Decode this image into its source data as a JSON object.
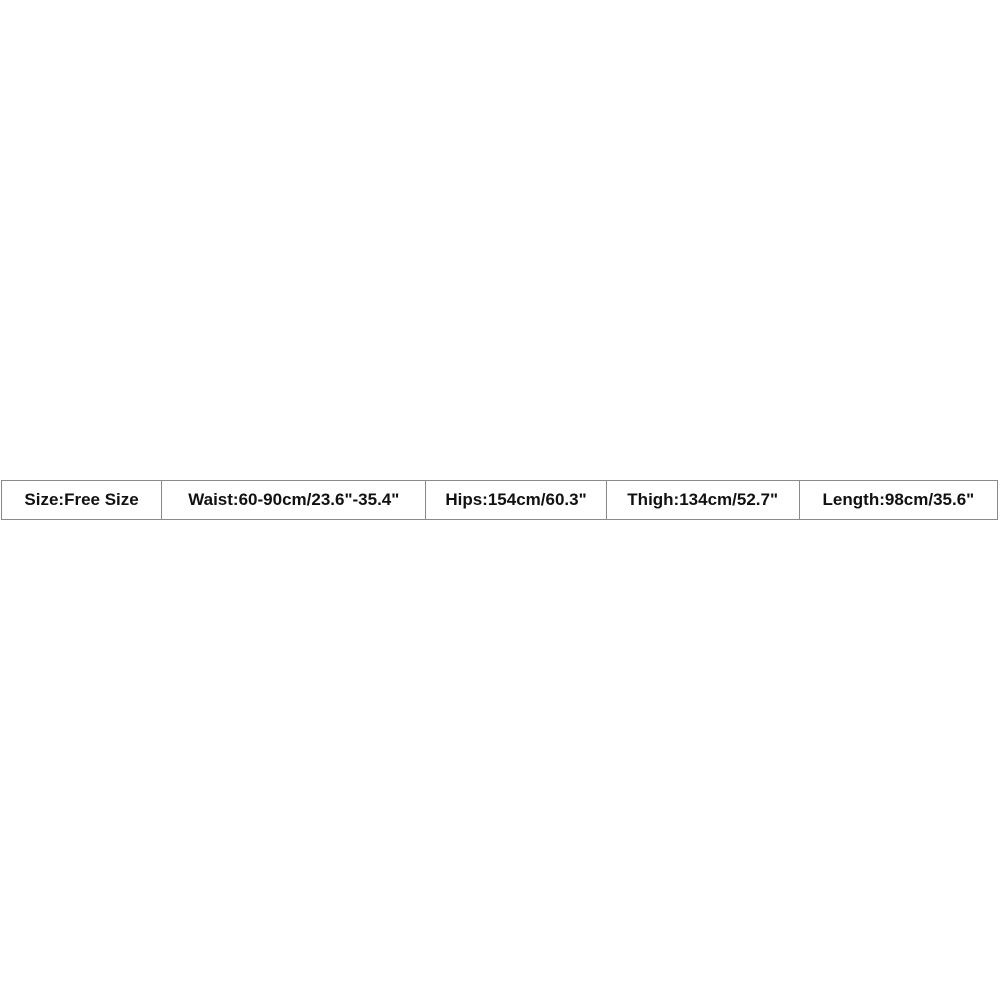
{
  "size_table": {
    "cells": [
      "Size:Free Size",
      "Waist:60-90cm/23.6\"-35.4\"",
      "Hips:154cm/60.3\"",
      "Thigh:134cm/52.7\"",
      "Length:98cm/35.6\""
    ]
  }
}
